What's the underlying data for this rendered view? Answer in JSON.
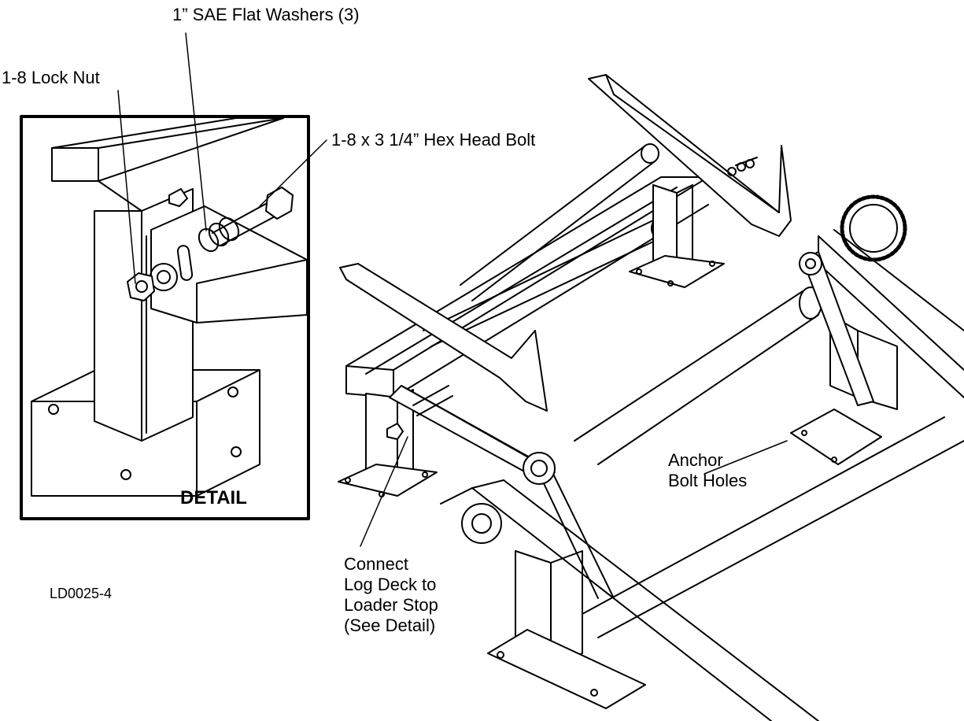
{
  "labels": {
    "flat_washers": "1” SAE Flat Washers (3)",
    "lock_nut": "1-8 Lock Nut",
    "hex_bolt": "1-8 x 3 1/4” Hex Head Bolt",
    "anchor_holes": "Anchor\nBolt Holes",
    "connect_note": "Connect\nLog Deck to\nLoader Stop\n(See Detail)",
    "part_number": "LD0025-4",
    "detail": "DETAIL"
  }
}
